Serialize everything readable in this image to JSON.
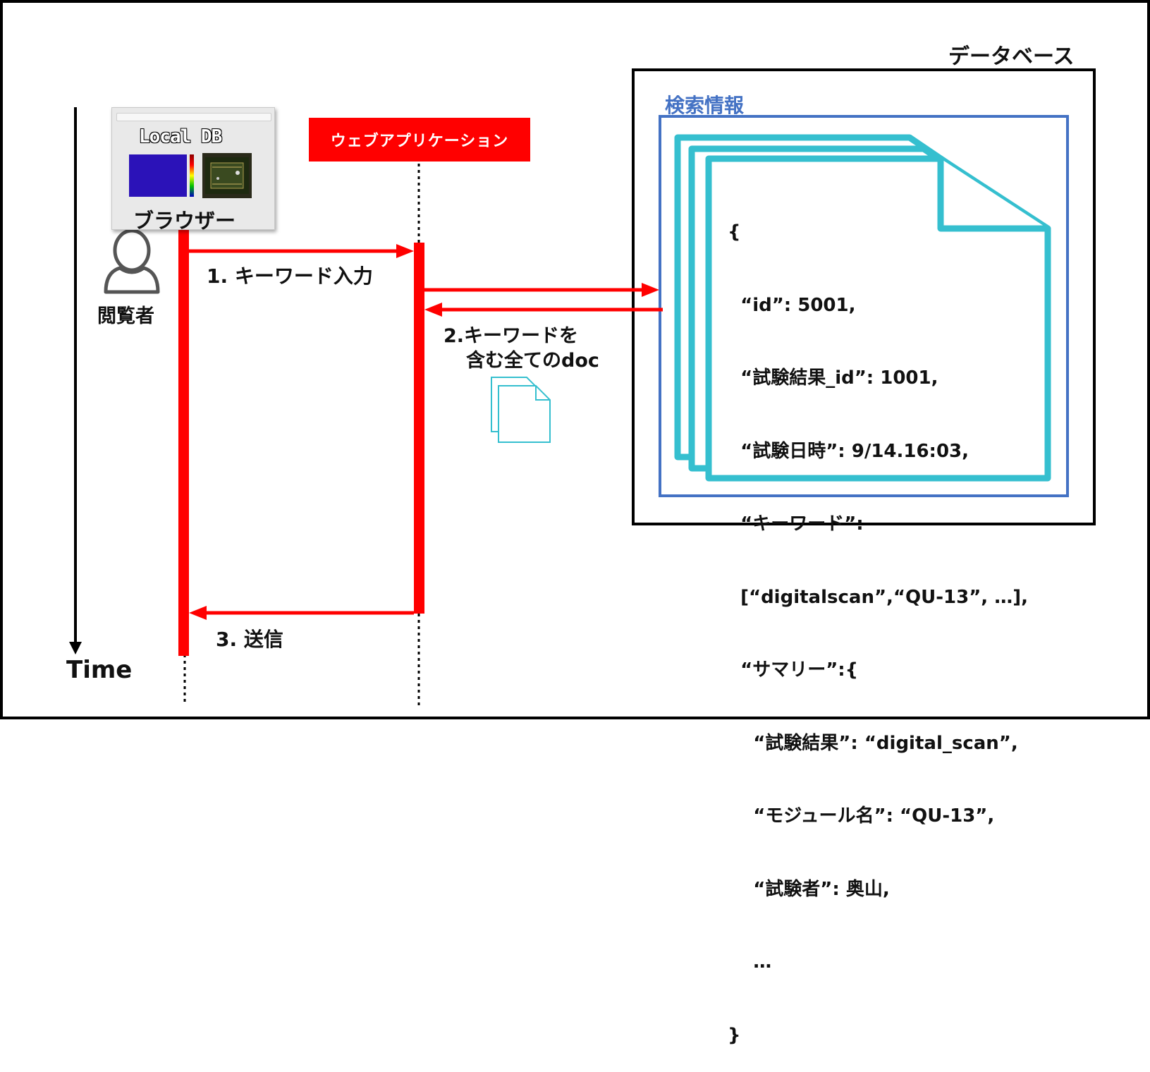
{
  "labels": {
    "database": "データベース",
    "search_info": "検索情報",
    "web_app": "ウェブアプリケーション",
    "browser": "ブラウザー",
    "viewer": "閲覧者",
    "time": "Time",
    "step1": "1. キーワード入力",
    "step2_line1": "2.キーワードを",
    "step2_line2": "含む全てのdoc",
    "step3": "3. 送信"
  },
  "browser_window": {
    "logo_text": "Local DB"
  },
  "document": {
    "lines": [
      "{",
      "  “id”: 5001,",
      "  “試験結果_id”: 1001,",
      "  “試験日時”: 9/14.16:03,",
      "  “キーワード”:",
      "  [“digitalscan”,“QU-13”, …],",
      "  “サマリー”:{",
      "    “試験結果”: “digital_scan”,",
      "    “モジュール名”: “QU-13”,",
      "    “試験者”: 奥山,",
      "    …",
      "}"
    ]
  },
  "colors": {
    "lifeline_red": "#ff0000",
    "doc_cyan": "#35bfcf",
    "search_blue": "#4472c4",
    "black": "#000000"
  },
  "icons": {
    "user": "user-outline-icon",
    "documents": "documents-icon"
  }
}
